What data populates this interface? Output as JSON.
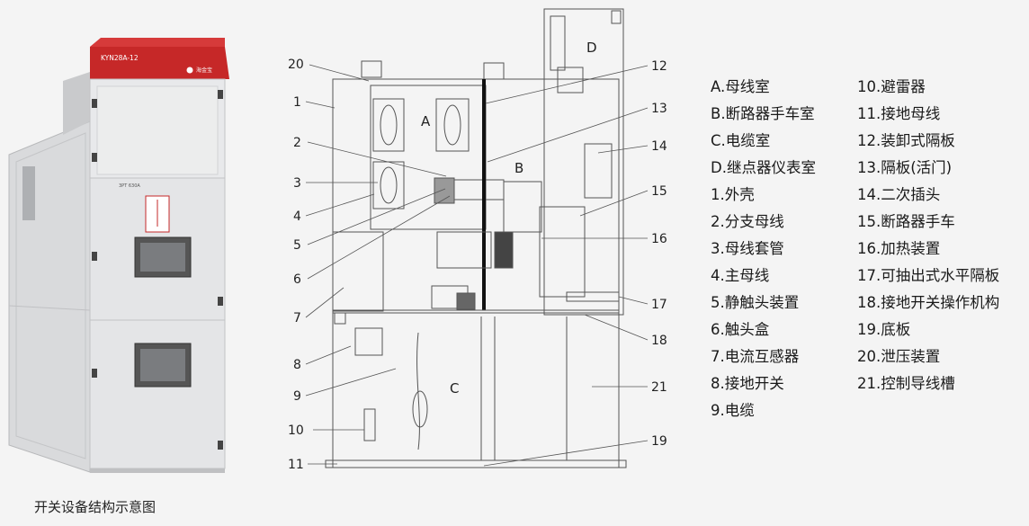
{
  "product": {
    "model_label": "KYN28A-12",
    "brand_label": "海金宝",
    "nameplate": "3PT          630A"
  },
  "diagram": {
    "compartments": [
      "A",
      "B",
      "C",
      "D"
    ],
    "callouts": [
      "20",
      "1",
      "2",
      "3",
      "4",
      "5",
      "6",
      "7",
      "8",
      "9",
      "10",
      "11",
      "12",
      "13",
      "14",
      "15",
      "16",
      "17",
      "18",
      "21",
      "19"
    ]
  },
  "legend": {
    "left": [
      "A.母线室",
      "B.断路器手车室",
      "C.电缆室",
      "D.继点器仪表室",
      "1.外壳",
      "2.分支母线",
      "3.母线套管",
      "4.主母线",
      "5.静触头装置",
      "6.触头盒",
      "7.电流互感器",
      "8.接地开关",
      "9.电缆"
    ],
    "right": [
      "10.避雷器",
      "11.接地母线",
      "12.装卸式隔板",
      "13.隔板(活门)",
      "14.二次插头",
      "15.断路器手车",
      "16.加热装置",
      "17.可抽出式水平隔板",
      "18.接地开关操作机构",
      "19.底板",
      "20.泄压装置",
      "21.控制导线槽"
    ]
  },
  "caption": "开关设备结构示意图"
}
